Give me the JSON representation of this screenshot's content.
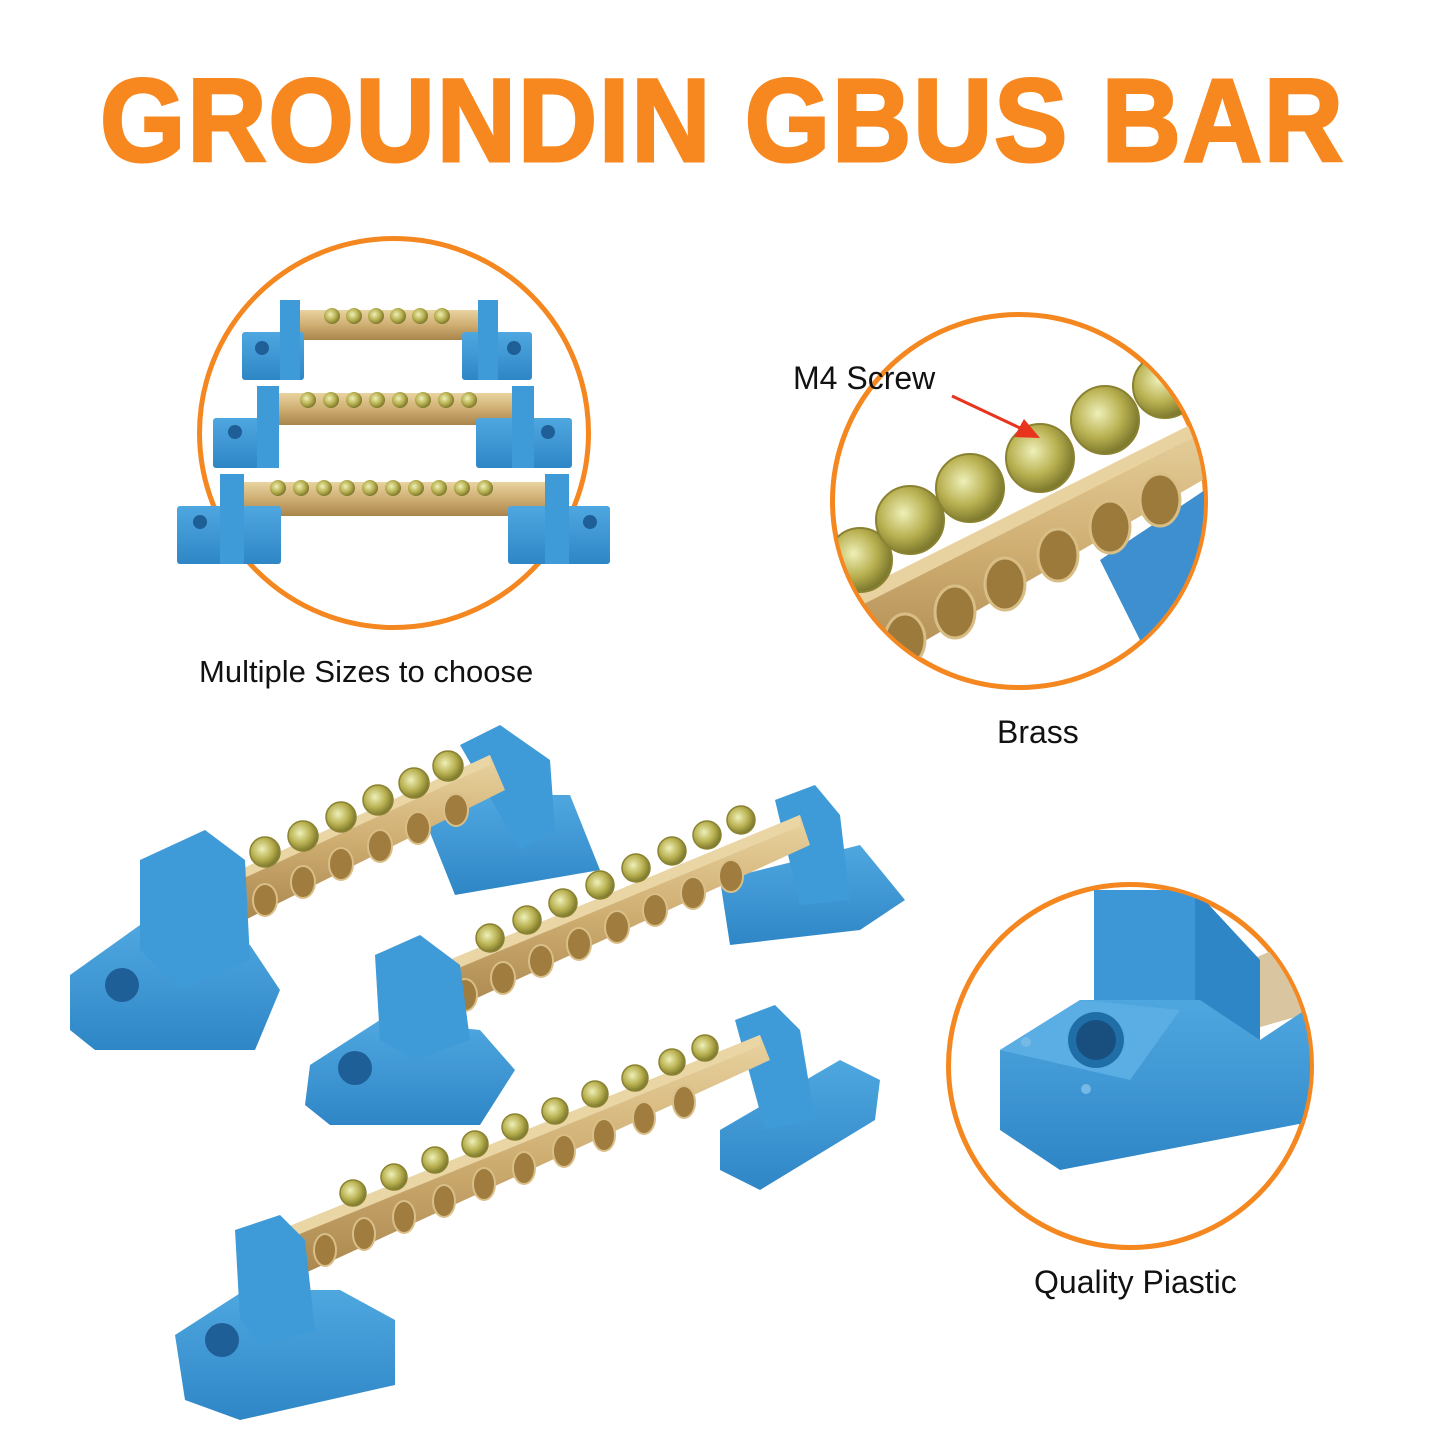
{
  "title": "GROUNDIN GBUS BAR",
  "colors": {
    "accent_orange": "#f7871f",
    "plastic_blue": "#3d9ad6",
    "brass": "#d2b27a",
    "arrow_red": "#e8341c",
    "text": "#111111",
    "background": "#ffffff"
  },
  "callouts": [
    {
      "id": "sizes",
      "caption": "Multiple Sizes to choose",
      "bars_screw_counts": [
        6,
        8,
        10
      ]
    },
    {
      "id": "screw",
      "caption": "Brass",
      "annotation": "M4 Screw"
    },
    {
      "id": "plastic",
      "caption": "Quality Piastic"
    }
  ],
  "main_product": {
    "bars": [
      {
        "screws": 6
      },
      {
        "screws": 8
      },
      {
        "screws": 10
      }
    ]
  }
}
